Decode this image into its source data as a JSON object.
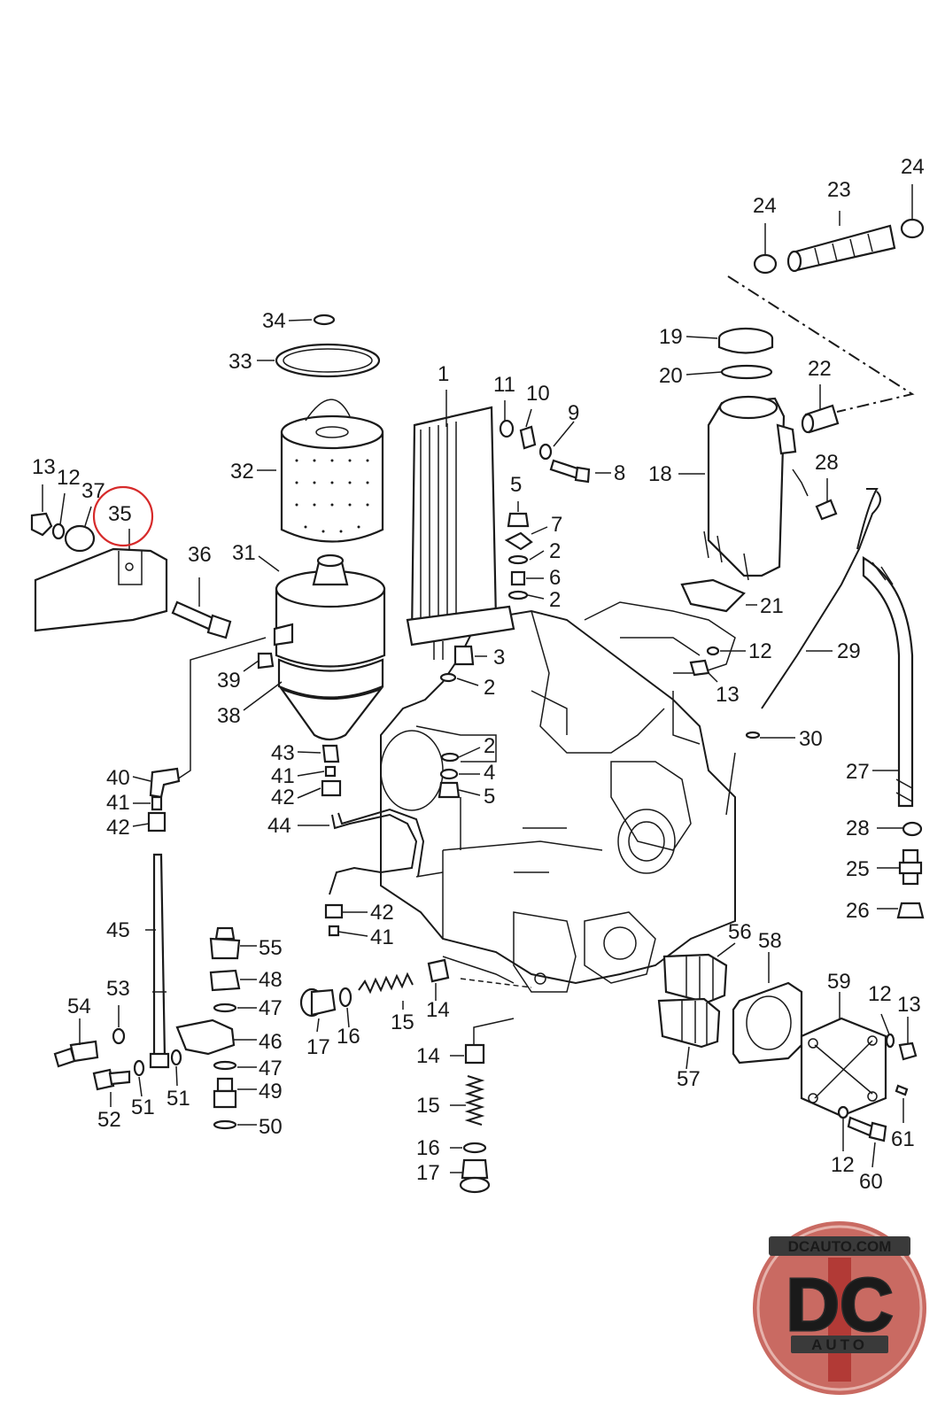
{
  "diagram": {
    "callouts": [
      {
        "id": "c1",
        "label": "1"
      },
      {
        "id": "c2a",
        "label": "2"
      },
      {
        "id": "c2b",
        "label": "2"
      },
      {
        "id": "c2c",
        "label": "2"
      },
      {
        "id": "c2d",
        "label": "2"
      },
      {
        "id": "c3",
        "label": "3"
      },
      {
        "id": "c4",
        "label": "4"
      },
      {
        "id": "c5a",
        "label": "5"
      },
      {
        "id": "c5b",
        "label": "5"
      },
      {
        "id": "c6",
        "label": "6"
      },
      {
        "id": "c7",
        "label": "7"
      },
      {
        "id": "c8",
        "label": "8"
      },
      {
        "id": "c9",
        "label": "9"
      },
      {
        "id": "c10",
        "label": "10"
      },
      {
        "id": "c11",
        "label": "11"
      },
      {
        "id": "c12a",
        "label": "12"
      },
      {
        "id": "c12b",
        "label": "12"
      },
      {
        "id": "c12c",
        "label": "12"
      },
      {
        "id": "c12d",
        "label": "12"
      },
      {
        "id": "c13a",
        "label": "13"
      },
      {
        "id": "c13b",
        "label": "13"
      },
      {
        "id": "c13c",
        "label": "13"
      },
      {
        "id": "c14a",
        "label": "14"
      },
      {
        "id": "c14b",
        "label": "14"
      },
      {
        "id": "c15a",
        "label": "15"
      },
      {
        "id": "c15b",
        "label": "15"
      },
      {
        "id": "c16a",
        "label": "16"
      },
      {
        "id": "c16b",
        "label": "16"
      },
      {
        "id": "c17a",
        "label": "17"
      },
      {
        "id": "c17b",
        "label": "17"
      },
      {
        "id": "c18",
        "label": "18"
      },
      {
        "id": "c19",
        "label": "19"
      },
      {
        "id": "c20",
        "label": "20"
      },
      {
        "id": "c21",
        "label": "21"
      },
      {
        "id": "c22",
        "label": "22"
      },
      {
        "id": "c23",
        "label": "23"
      },
      {
        "id": "c24a",
        "label": "24"
      },
      {
        "id": "c24b",
        "label": "24"
      },
      {
        "id": "c25",
        "label": "25"
      },
      {
        "id": "c26",
        "label": "26"
      },
      {
        "id": "c27",
        "label": "27"
      },
      {
        "id": "c28a",
        "label": "28"
      },
      {
        "id": "c28b",
        "label": "28"
      },
      {
        "id": "c29",
        "label": "29"
      },
      {
        "id": "c30",
        "label": "30"
      },
      {
        "id": "c31",
        "label": "31"
      },
      {
        "id": "c32",
        "label": "32"
      },
      {
        "id": "c33",
        "label": "33"
      },
      {
        "id": "c34",
        "label": "34"
      },
      {
        "id": "c35",
        "label": "35"
      },
      {
        "id": "c36",
        "label": "36"
      },
      {
        "id": "c37",
        "label": "37"
      },
      {
        "id": "c38",
        "label": "38"
      },
      {
        "id": "c39",
        "label": "39"
      },
      {
        "id": "c40",
        "label": "40"
      },
      {
        "id": "c41a",
        "label": "41"
      },
      {
        "id": "c41b",
        "label": "41"
      },
      {
        "id": "c41c",
        "label": "41"
      },
      {
        "id": "c42a",
        "label": "42"
      },
      {
        "id": "c42b",
        "label": "42"
      },
      {
        "id": "c42c",
        "label": "42"
      },
      {
        "id": "c43",
        "label": "43"
      },
      {
        "id": "c44",
        "label": "44"
      },
      {
        "id": "c45",
        "label": "45"
      },
      {
        "id": "c46",
        "label": "46"
      },
      {
        "id": "c47a",
        "label": "47"
      },
      {
        "id": "c47b",
        "label": "47"
      },
      {
        "id": "c48",
        "label": "48"
      },
      {
        "id": "c49",
        "label": "49"
      },
      {
        "id": "c50",
        "label": "50"
      },
      {
        "id": "c51a",
        "label": "51"
      },
      {
        "id": "c51b",
        "label": "51"
      },
      {
        "id": "c52",
        "label": "52"
      },
      {
        "id": "c53",
        "label": "53"
      },
      {
        "id": "c54",
        "label": "54"
      },
      {
        "id": "c55",
        "label": "55"
      },
      {
        "id": "c56",
        "label": "56"
      },
      {
        "id": "c57",
        "label": "57"
      },
      {
        "id": "c58",
        "label": "58"
      },
      {
        "id": "c59",
        "label": "59"
      },
      {
        "id": "c60",
        "label": "60"
      },
      {
        "id": "c61",
        "label": "61"
      }
    ],
    "highlighted_part": "35",
    "highlight_color": "#d62a2a"
  },
  "logo": {
    "domain": "DCAUTO.COM",
    "letters": "DC",
    "subtitle": "AUTO",
    "colors": {
      "badge": "#c96a62",
      "dark": "#3a3a3a",
      "light": "#d8d8d8",
      "stripe": "#b23a36"
    }
  }
}
